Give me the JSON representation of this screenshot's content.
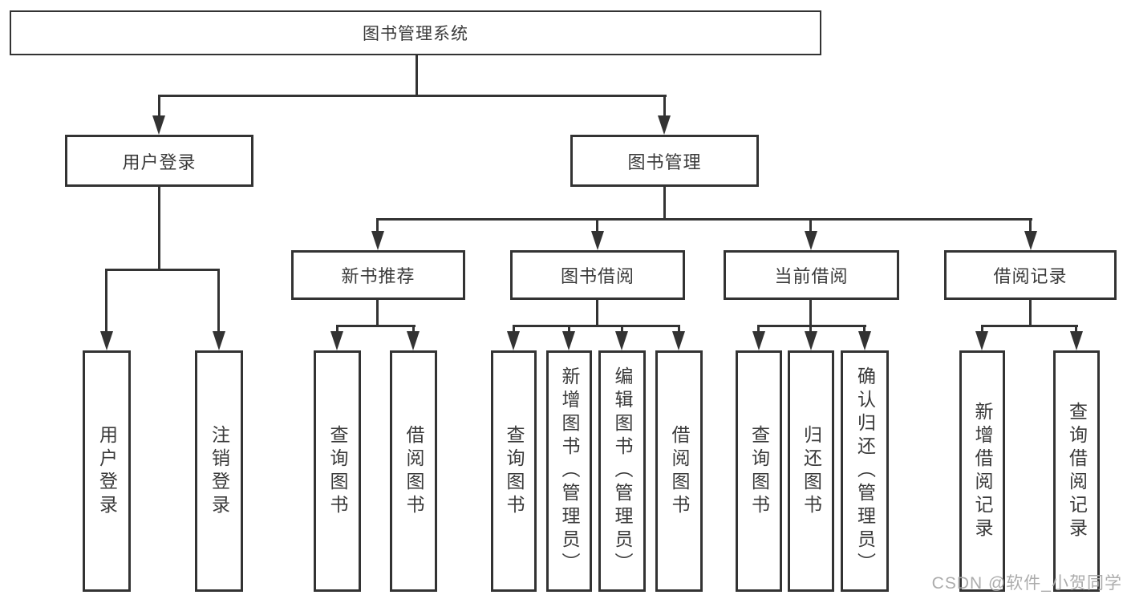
{
  "watermark": "CSDN @软件_小贺同学",
  "colors": {
    "line": "#333333",
    "text": "#3a3a3a",
    "watermark": "#a8a8a8"
  },
  "tree": {
    "root": "图书管理系统",
    "branches": {
      "user_login": {
        "label": "用户登录",
        "children": {
          "login": "用户登录",
          "logout": "注销登录"
        }
      },
      "book_mgmt": {
        "label": "图书管理",
        "children": {
          "new_book_rec": {
            "label": "新书推荐",
            "children": {
              "query_books": "查询图书",
              "borrow_books": "借阅图书"
            }
          },
          "book_borrow": {
            "label": "图书借阅",
            "children": {
              "query_books": "查询图书",
              "add_books": "新增图书（管理员）",
              "edit_books": "编辑图书（管理员）",
              "borrow_books": "借阅图书"
            }
          },
          "current_borrow": {
            "label": "当前借阅",
            "children": {
              "query_books": "查询图书",
              "return_books": "归还图书",
              "confirm_return": "确认归还（管理员）"
            }
          },
          "borrow_records": {
            "label": "借阅记录",
            "children": {
              "add_record": "新增借阅记录",
              "query_record": "查询借阅记录"
            }
          }
        }
      }
    }
  }
}
